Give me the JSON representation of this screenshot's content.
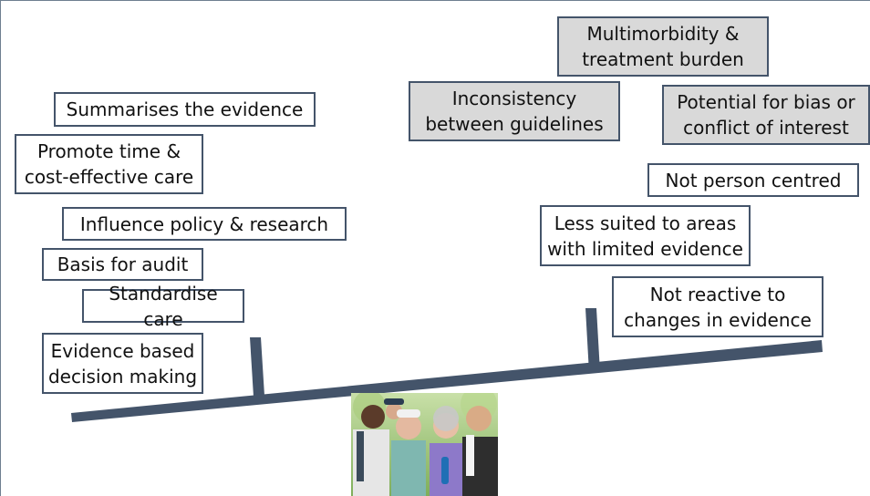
{
  "left_pan_factors": [
    "Summarises the evidence",
    "Promote time &\ncost-effective care",
    "Influence policy & research",
    "Basis for audit",
    "Standardise care",
    "Evidence based\ndecision making"
  ],
  "right_pan_factors": [
    "Multimorbidity &\ntreatment burden",
    "Inconsistency\nbetween guidelines",
    "Potential for bias or\nconflict of interest",
    "Not person centred",
    "Less suited to areas\nwith limited evidence",
    "Not reactive to\nchanges in evidence"
  ],
  "colors": {
    "box_border": "#44546a",
    "highlight_fill": "#d9d9d9",
    "beam": "#44546a"
  }
}
